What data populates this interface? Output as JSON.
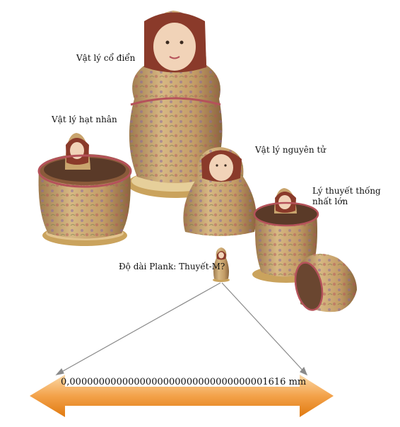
{
  "labels": {
    "classical": "Vật lý cổ điển",
    "nuclear": "Vật lý hạt nhân",
    "atomic": "Vật lý nguyên tử",
    "gut": "Lý thuyết thống nhất lớn",
    "planck": "Độ dài Plank: Thuyết-M?"
  },
  "scale": {
    "value": "0,0000000000000000000000000000000001616 mm"
  },
  "colors": {
    "doll_body": "#c9a56e",
    "doll_pattern": "#8e6a9a",
    "doll_trim": "#b5525a",
    "hair": "#8a3a2a",
    "face": "#f1d3b8",
    "arrow_light": "#f8c88a",
    "arrow_dark": "#e07a10"
  }
}
